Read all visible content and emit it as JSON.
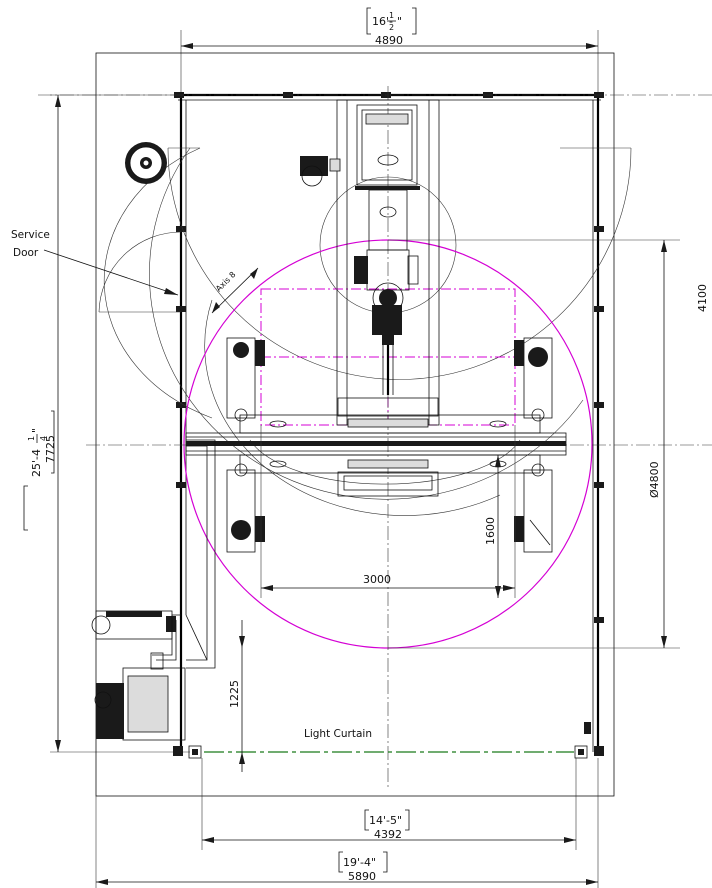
{
  "dimensions": {
    "top_imperial_ft": "16'-",
    "top_imperial_num": "1",
    "top_imperial_den": "2",
    "top_imperial_end": "\"",
    "top_metric": "4890",
    "left_imperial_ft": "25'-4",
    "left_imperial_num": "1",
    "left_imperial_den": "4",
    "left_imperial_end": "\"",
    "left_metric": "7725",
    "right_radius": "4100",
    "diameter": "Ø4800",
    "inner_width": "3000",
    "inner_height": "1600",
    "bottom_clearance": "1225",
    "bottom_inner_imperial": "14'-5\"",
    "bottom_inner_metric": "4392",
    "bottom_outer_imperial": "19'-4\"",
    "bottom_outer_metric": "5890"
  },
  "labels": {
    "service_door_line1": "Service",
    "service_door_line2": "Door",
    "axis": "Axis 8",
    "light_curtain": "Light Curtain"
  },
  "colors": {
    "reach_envelope": "#d400d4",
    "light_curtain": "#1a7a1a",
    "lines": "#111111"
  }
}
